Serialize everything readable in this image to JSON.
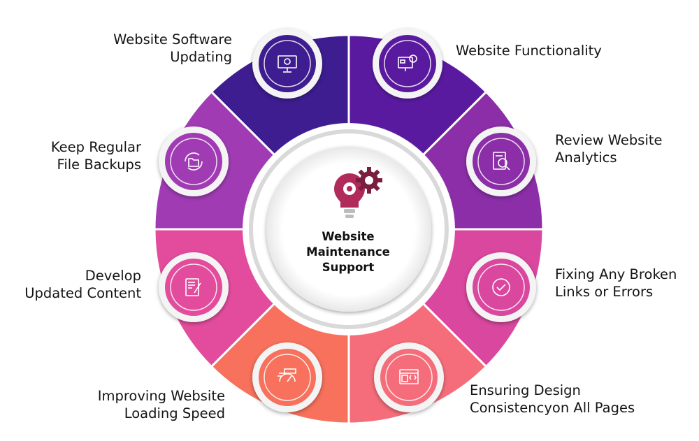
{
  "center": {
    "title_lines": [
      "Website",
      "Maintenance",
      "Support"
    ],
    "icon": "bulb-gear-icon"
  },
  "segments": [
    {
      "id": "software-updating",
      "label_lines": [
        "Website Software",
        "Updating"
      ],
      "icon": "monitor-gear-icon",
      "color": "#3d1d8f"
    },
    {
      "id": "functionality",
      "label_lines": [
        "Website Functionality"
      ],
      "icon": "monitor-settings-icon",
      "color": "#5a1aa0"
    },
    {
      "id": "analytics",
      "label_lines": [
        "Review Website",
        "Analytics"
      ],
      "icon": "analytics-search-icon",
      "color": "#8b2ea8"
    },
    {
      "id": "broken-links",
      "label_lines": [
        "Fixing Any Broken",
        "Links or Errors"
      ],
      "icon": "check-circle-icon",
      "color": "#d9479f"
    },
    {
      "id": "design-consistency",
      "label_lines": [
        "Ensuring Design",
        "Consistencyon All Pages"
      ],
      "icon": "code-layout-icon",
      "color": "#f56d7a"
    },
    {
      "id": "loading-speed",
      "label_lines": [
        "Improving Website",
        "Loading Speed"
      ],
      "icon": "speedometer-icon",
      "color": "#f7715c"
    },
    {
      "id": "updated-content",
      "label_lines": [
        "Develop",
        "Updated Content"
      ],
      "icon": "edit-document-icon",
      "color": "#e34c9d"
    },
    {
      "id": "file-backups",
      "label_lines": [
        "Keep Regular",
        "File Backups"
      ],
      "icon": "folder-sync-icon",
      "color": "#a03bb4"
    }
  ]
}
